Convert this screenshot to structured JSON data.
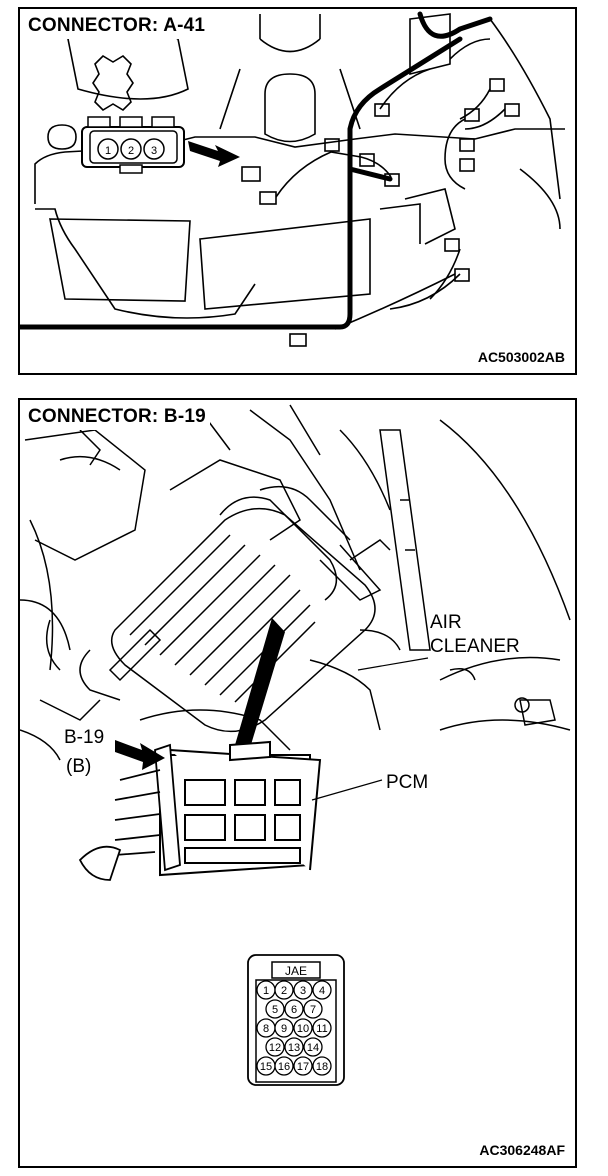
{
  "panel_a": {
    "title": "CONNECTOR: A-41",
    "code": "AC503002AB",
    "connector_pins": [
      "1",
      "2",
      "3"
    ]
  },
  "panel_b": {
    "title": "CONNECTOR: B-19",
    "code": "AC306248AF",
    "label_connector": "B-19",
    "label_connector_sub": "(B)",
    "label_air_1": "AIR",
    "label_air_2": "CLEANER",
    "label_pcm": "PCM",
    "jae_label": "JAE",
    "jae_pins": [
      "1",
      "2",
      "3",
      "4",
      "5",
      "6",
      "7",
      "8",
      "9",
      "10",
      "11",
      "12",
      "13",
      "14",
      "15",
      "16",
      "17",
      "18"
    ]
  }
}
